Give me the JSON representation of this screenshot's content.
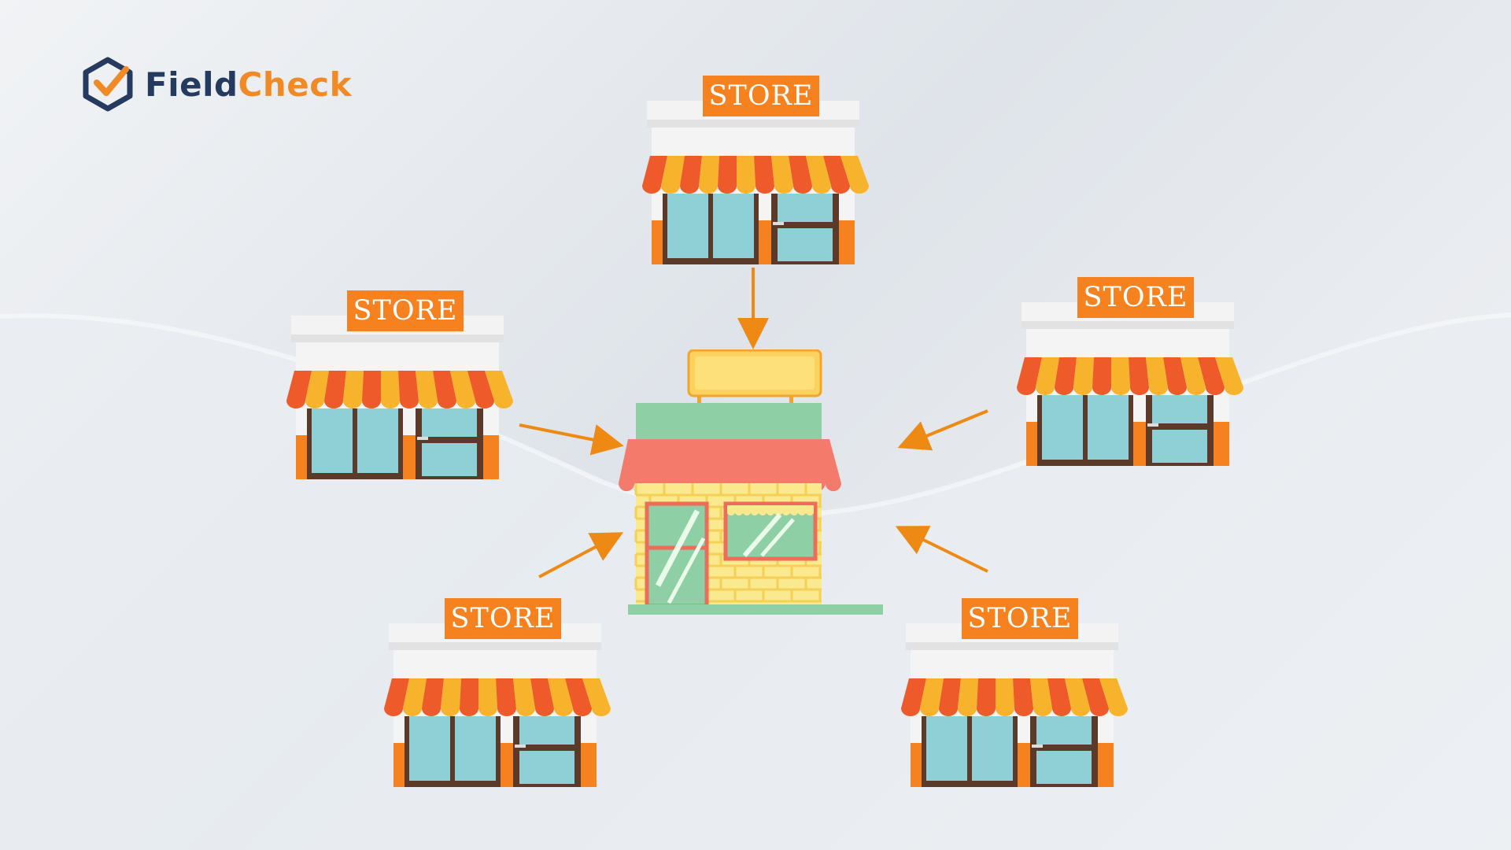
{
  "brand": {
    "name_part1": "Field",
    "name_part2": "Check",
    "accent": "#f08a24",
    "dark": "#243a5e"
  },
  "diagram": {
    "stores": [
      {
        "id": "top",
        "label": "STORE"
      },
      {
        "id": "left",
        "label": "STORE"
      },
      {
        "id": "right",
        "label": "STORE"
      },
      {
        "id": "bottom-left",
        "label": "STORE"
      },
      {
        "id": "bottom-right",
        "label": "STORE"
      }
    ],
    "hub": {
      "icon": "central-shop-icon"
    },
    "arrow_color": "#ee8a14",
    "colors": {
      "sign": "#f5821f",
      "awning_red": "#ef5a2a",
      "awning_yellow": "#f7b32b",
      "glass": "#8fd0d6",
      "frame": "#5b3a2a",
      "hub_roof": "#f47b6b",
      "hub_band": "#8ecfa6",
      "hub_brick": "#fbe98f"
    }
  }
}
